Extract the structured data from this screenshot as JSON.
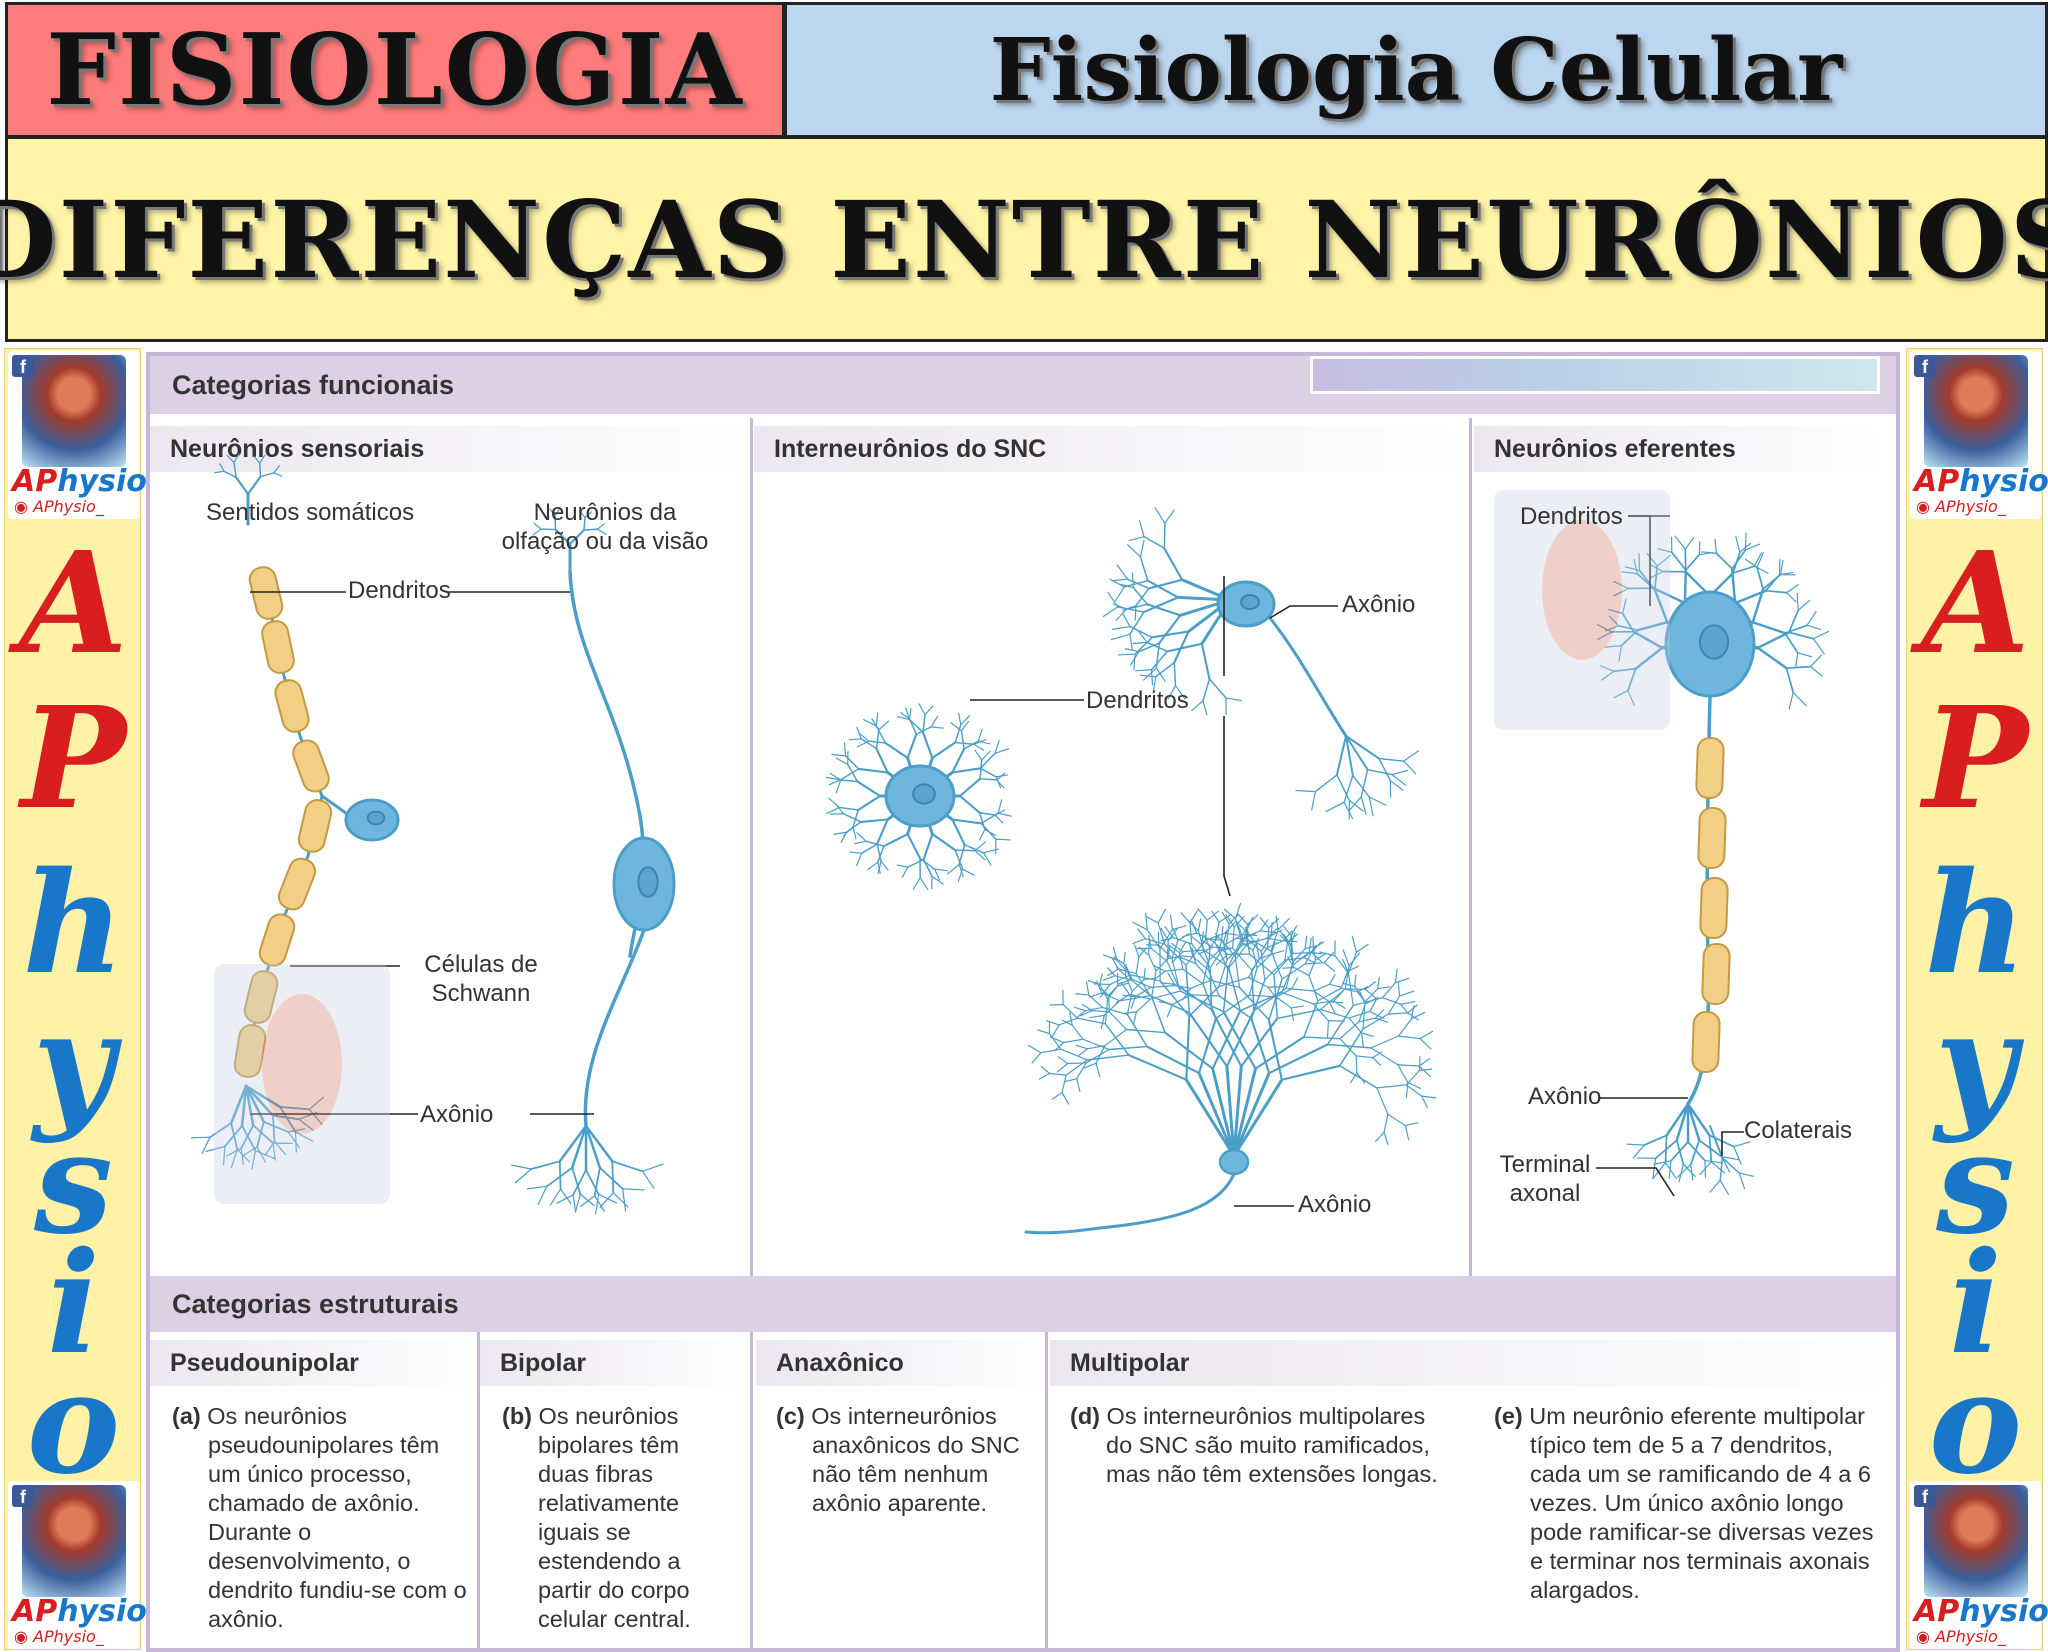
{
  "header": {
    "left_title": "FISIOLOGIA",
    "right_title": "Fisiologia Celular",
    "main_title": "DIFERENÇAS ENTRE NEURÔNIOS"
  },
  "branding": {
    "name_a": "AP",
    "name_b": "hysio",
    "handle": "APhysio_",
    "vertical_letters": [
      "A",
      "P",
      "h",
      "y",
      "s",
      "i",
      "o"
    ],
    "watermark_name": "APhysio",
    "watermark_handle": "APhysio_"
  },
  "figure": {
    "functional_header": "Categorias funcionais",
    "columns": {
      "sensory": {
        "title": "Neurônios sensoriais",
        "somatic_label": "Sentidos somáticos",
        "olfaction_label_1": "Neurônios da",
        "olfaction_label_2": "olfação ou da visão",
        "dendrites": "Dendritos",
        "schwann_1": "Células de",
        "schwann_2": "Schwann",
        "axon": "Axônio"
      },
      "interneurons": {
        "title": "Interneurônios do SNC",
        "axon_top": "Axônio",
        "dendrites": "Dendritos",
        "axon_bottom": "Axônio"
      },
      "efferent": {
        "title": "Neurônios eferentes",
        "dendrites": "Dendritos",
        "axon": "Axônio",
        "collaterals": "Colaterais",
        "terminal_1": "Terminal",
        "terminal_2": "axonal"
      }
    },
    "structural_header": "Categorias estruturais",
    "structural": {
      "pseudounipolar": {
        "title": "Pseudounipolar",
        "letter": "(a)",
        "text": "Os neurônios pseudounipolares têm um único processo, chamado de axônio. Durante o desenvolvimento, o dendrito fundiu-se com o axônio."
      },
      "bipolar": {
        "title": "Bipolar",
        "letter": "(b)",
        "text": "Os neurônios bipolares têm duas fibras relativamente iguais se estendendo a partir do corpo celular central."
      },
      "anaxonic": {
        "title": "Anaxônico",
        "letter": "(c)",
        "text": "Os interneurônios anaxônicos do SNC não têm nenhum axônio aparente."
      },
      "multipolar": {
        "title": "Multipolar",
        "letter_d": "(d)",
        "text_d": "Os interneurônios multipolares do SNC são muito ramificados, mas não têm extensões longas.",
        "letter_e": "(e)",
        "text_e": "Um neurônio eferente multipolar típico tem de 5 a 7 dendritos, cada um se ramificando de 4 a 6 vezes. Um único axônio longo pode ramificar-se diversas vezes e terminar nos terminais axonais alargados."
      }
    }
  },
  "colors": {
    "header_left": "#ff7c7c",
    "header_right": "#bcd6ef",
    "title_band": "#fff4a8",
    "side_column": "#fff1a6",
    "neuron_blue": "#4a9ec8",
    "myelin": "#f2cf84",
    "section_band": "#ddd0e4"
  }
}
